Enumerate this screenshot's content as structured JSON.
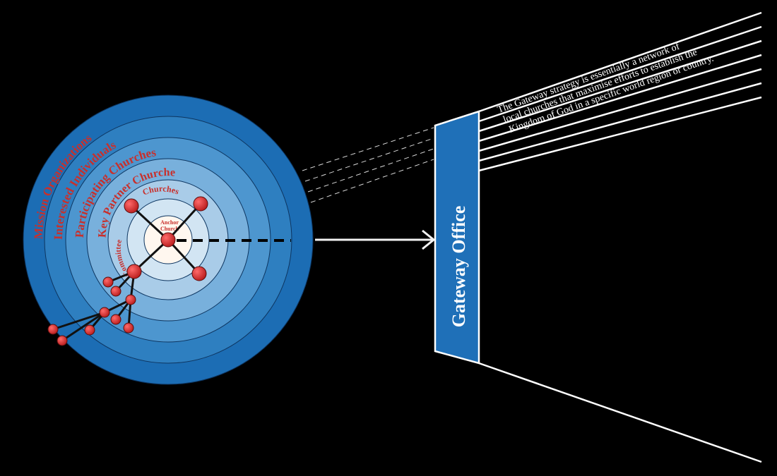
{
  "rings": {
    "outer": "Mission Organizations",
    "second": "Interested Individuals",
    "third": "Participating Churches",
    "fourth": "Key Partner Churches",
    "inner_churches": "Churches",
    "inner_committee": "Committee",
    "anchor_line1": "Anchor",
    "anchor_line2": "Church"
  },
  "office": {
    "label": "Gateway Office"
  },
  "description": {
    "line1": "The Gateway strategy is essentially a network of",
    "line2": "local churches that maximise efforts to establish  the",
    "line3": "Kingdom of God in a specific world region or country."
  },
  "colors": {
    "background": "#000000",
    "ring_dark": "#1f6fb5",
    "ring_light": "#cfe0ee",
    "node_red": "#d52b2b",
    "label_red": "#c8302c",
    "office_blue": "#1f70b8"
  }
}
